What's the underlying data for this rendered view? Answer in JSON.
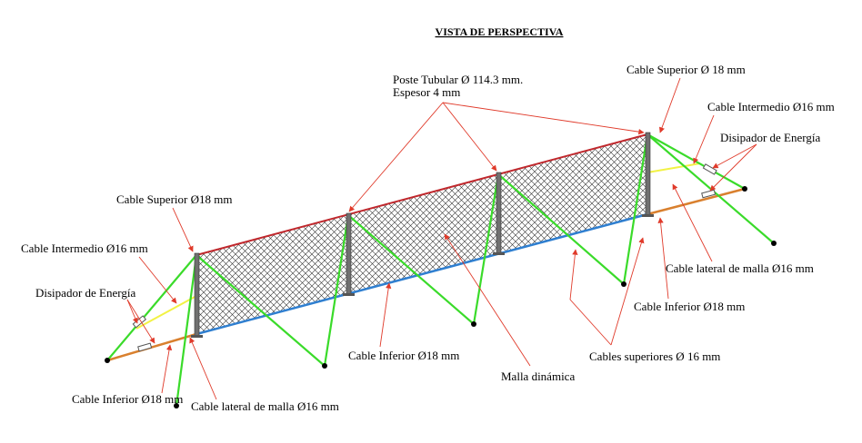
{
  "title": "VISTA DE PERSPECTIVA",
  "labels": {
    "poste_line1": "Poste Tubular Ø 114.3 mm.",
    "poste_line2": "Espesor 4 mm",
    "cable_superior_right": "Cable Superior Ø 18 mm",
    "cable_intermedio_right": "Cable Intermedio Ø16 mm",
    "disipador_right": "Disipador de Energía",
    "cable_lateral_right": "Cable lateral de malla Ø16 mm",
    "cable_inferior_right": "Cable Inferior Ø18 mm",
    "cables_superiores": "Cables superiores Ø 16 mm",
    "malla": "Malla dinámica",
    "cable_inferior_center": "Cable Inferior Ø18 mm",
    "cable_superior_left": "Cable Superior Ø18 mm",
    "cable_intermedio_left": "Cable Intermedio Ø16 mm",
    "disipador_left": "Disipador de Energía",
    "cable_inferior_left": "Cable Inferior Ø18 mm",
    "cable_lateral_left": "Cable lateral de malla Ø16 mm"
  },
  "colors": {
    "top_cable": "#c0282d",
    "bottom_cable": "#2f7fd0",
    "anchor_cable": "#3adb2a",
    "intermediate_cable": "#f2f244",
    "lateral_cable": "#d9802e",
    "post": "#707070",
    "leader": "#e03a2a",
    "mesh": "#333333"
  }
}
